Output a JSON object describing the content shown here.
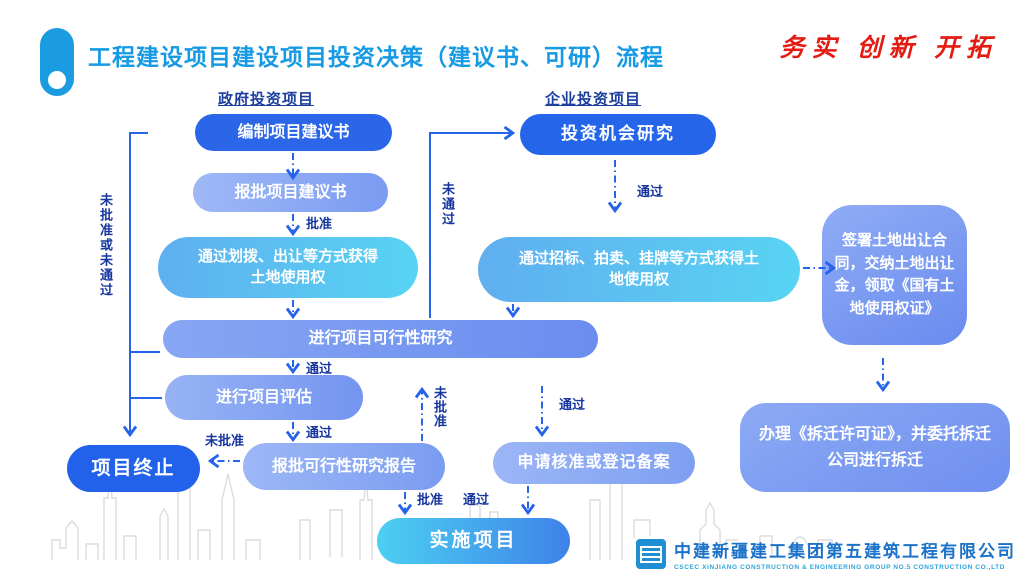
{
  "header": {
    "title": "工程建设项目建设项目投资决策（建议书、可研）流程",
    "slogan": "务实 创新 开拓"
  },
  "columns": {
    "government": "政府投资项目",
    "enterprise": "企业投资项目"
  },
  "nodes": {
    "prepare_proposal": "编制项目建议书",
    "submit_proposal": "报批项目建议书",
    "allocation_line1": "通过划拨、出让等方式获得",
    "allocation_line2": "土地使用权",
    "feasibility_study": "进行项目可行性研究",
    "project_evaluation": "进行项目评估",
    "submit_feasibility_report": "报批可行性研究报告",
    "project_terminated": "项目终止",
    "implement_project": "实施项目",
    "investment_opportunity_study": "投资机会研究",
    "bidding_line1": "通过招标、拍卖、挂牌等方式获得土",
    "bidding_line2": "地使用权",
    "sign_land_contract": "签署土地出让合同，交纳土地出让金，领取《国有土地使用权证》",
    "demolition_permit": "办理《拆迁许可证》，并委托拆迁公司进行拆迁",
    "apply_approval": "申请核准或登记备案"
  },
  "labels": {
    "approve": "批准",
    "pass": "通过",
    "not_approved": "未批准",
    "not_passed": "未通过",
    "not_approved_or_not_passed": "未批准或未通过"
  },
  "footer": {
    "logo": "CSCEC",
    "company_cn": "中建新疆建工集团第五建筑工程有限公司",
    "company_en": "CSCEC  XINJIANG  CONSTRUCTION  &  ENGINEERING  GROUP  NO.5  CONSTRUCTION  CO.,LTD"
  },
  "colors": {
    "title_blue": "#169AE4",
    "slogan_red": "#E41B12",
    "header_navy": "#1D3F9E",
    "solid_box_blue": "#2565EA",
    "periwinkle_gradient": [
      "#9DB7F6",
      "#7A9CF1"
    ],
    "cyan_gradient": [
      "#5FAFEF",
      "#57D4F3"
    ],
    "implement_gradient": [
      "#4CCFF2",
      "#3E82E9"
    ],
    "arrow_blue": "#2563EB",
    "label_navy": "#17379F",
    "skyline_gray": "#DCDCDC",
    "company_blue": "#1B72C8"
  }
}
